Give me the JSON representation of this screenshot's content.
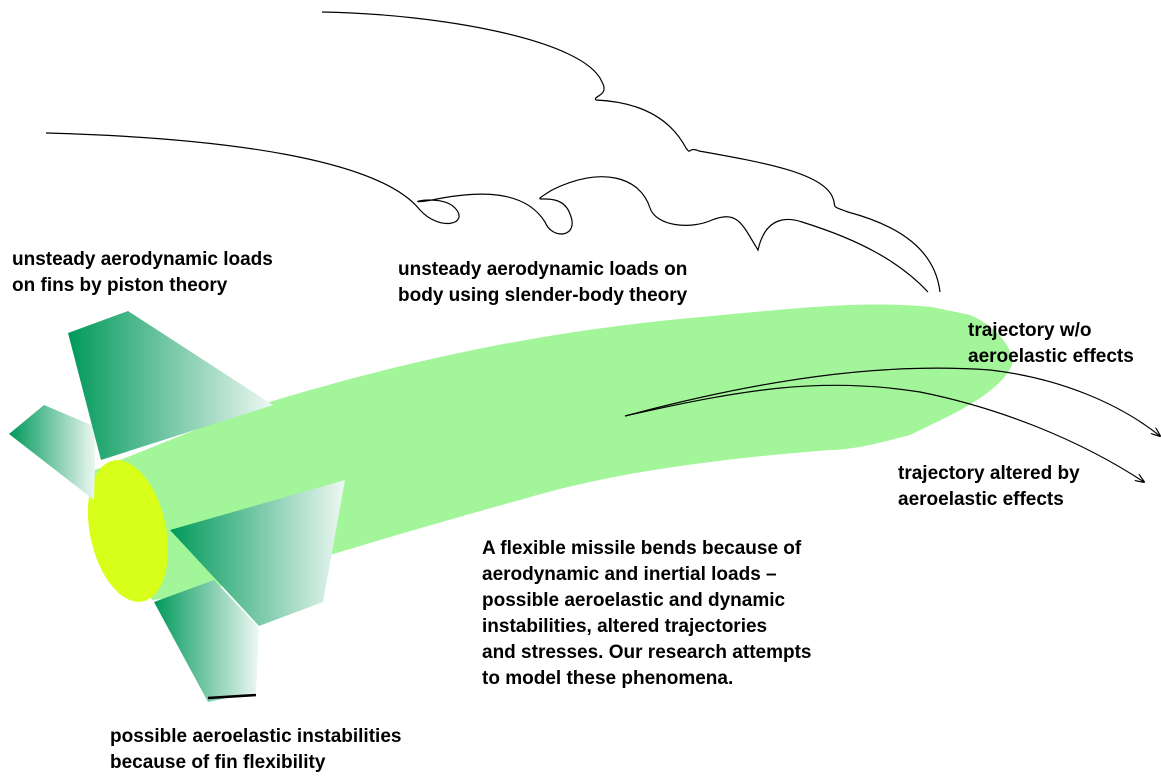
{
  "labels": {
    "fins_piston": {
      "line1": "unsteady aerodynamic loads",
      "line2": "on fins by piston theory"
    },
    "body_slender": {
      "line1": "unsteady aerodynamic loads on",
      "line2": "body using slender-body theory"
    },
    "trajectory_nominal": {
      "line1": "trajectory w/o",
      "line2": "aeroelastic effects"
    },
    "trajectory_altered": {
      "line1": "trajectory altered by",
      "line2": "aeroelastic effects"
    },
    "description": {
      "lines": [
        "A flexible missile bends because of",
        "aerodynamic and inertial loads –",
        "possible aeroelastic and dynamic",
        "instabilities, altered trajectories",
        "and stresses. Our research attempts",
        "to model these phenomena."
      ]
    },
    "fin_instability": {
      "line1": "possible aeroelastic instabilities",
      "line2": "because of fin flexibility"
    }
  },
  "colors": {
    "body": "#a3f59a",
    "nozzle": "#d8ff1a",
    "fin_dark": "#00995a",
    "fin_light": "#eef8f4",
    "lines": "#000000"
  },
  "icons": {
    "missile": "missile-icon",
    "arrowhead": "arrowhead-icon"
  }
}
